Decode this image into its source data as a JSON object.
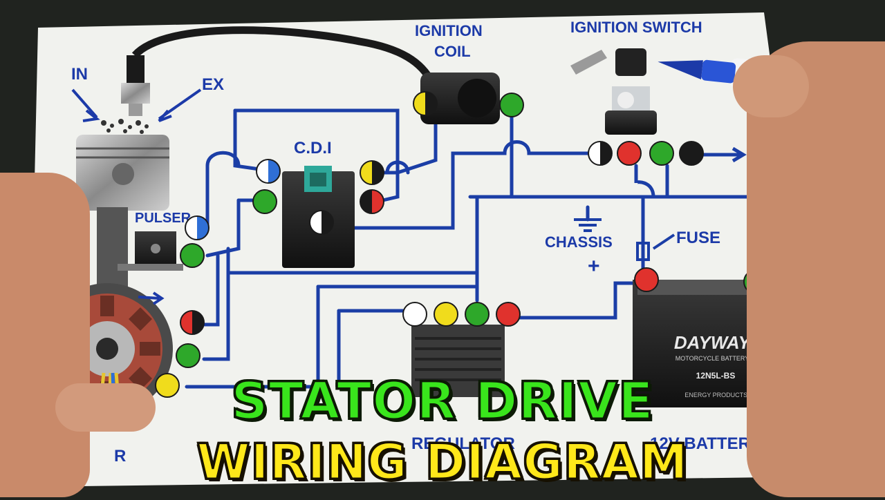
{
  "labels": {
    "intake": "IN",
    "exhaust": "EX",
    "ignition_coil_line1": "IGNITION",
    "ignition_coil_line2": "COIL",
    "ignition_switch": "IGNITION SWITCH",
    "cdi": "C.D.I",
    "pulser": "PULSER",
    "chassis": "CHASSIS",
    "fuse": "FUSE",
    "plus": "+",
    "regulator": "REGULATOR",
    "battery": "12V BATTERY",
    "stator_partial": "R",
    "battery_brand": "DAYWAY",
    "battery_sub": "MOTORCYCLE BATTERY",
    "battery_model": "12N5L-BS",
    "battery_maker": "ENERGY PRODUCTS CORP"
  },
  "headline": {
    "line1": "STATOR DRIVE",
    "line2": "WIRING DIAGRAM"
  },
  "colors": {
    "wire": "#1b3ea6",
    "ink": "#1c3aa8",
    "paper": "#f1f2ee",
    "green_text": "#39e51c",
    "yellow_text": "#ffe81a",
    "dot_green": "#2ea82a",
    "dot_red": "#e0322d",
    "dot_yellow": "#f0dc1c",
    "dot_blue": "#2f6fd6",
    "dot_black": "#1a1a1a",
    "dot_white": "#ffffff"
  },
  "connectors": [
    {
      "name": "coil-connector-yellow-black",
      "top": "yellow",
      "bottom": "black"
    },
    {
      "name": "coil-connector-green",
      "top": "green",
      "bottom": "green"
    },
    {
      "name": "cdi-connector-white-blue",
      "top": "white",
      "bottom": "blue"
    },
    {
      "name": "cdi-connector-green",
      "top": "green",
      "bottom": "green"
    },
    {
      "name": "cdi-connector-yellow-black",
      "top": "yellow",
      "bottom": "black"
    },
    {
      "name": "cdi-connector-red-black",
      "top": "black",
      "bottom": "red"
    },
    {
      "name": "cdi-connector-black-white",
      "top": "white",
      "bottom": "black"
    },
    {
      "name": "pulser-connector-white-blue",
      "top": "white",
      "bottom": "blue"
    },
    {
      "name": "pulser-connector-green",
      "top": "green",
      "bottom": "green"
    },
    {
      "name": "switch-connector-white-black",
      "top": "white",
      "bottom": "black"
    },
    {
      "name": "switch-connector-red",
      "top": "red",
      "bottom": "red"
    },
    {
      "name": "switch-connector-green",
      "top": "green",
      "bottom": "green"
    },
    {
      "name": "switch-connector-black",
      "top": "black",
      "bottom": "black"
    },
    {
      "name": "stator-connector-red-black",
      "top": "red",
      "bottom": "black"
    },
    {
      "name": "stator-connector-green",
      "top": "green",
      "bottom": "green"
    },
    {
      "name": "stator-connector-yellow",
      "top": "yellow",
      "bottom": "yellow"
    },
    {
      "name": "regulator-connector-white",
      "top": "white",
      "bottom": "white"
    },
    {
      "name": "regulator-connector-yellow",
      "top": "yellow",
      "bottom": "yellow"
    },
    {
      "name": "regulator-connector-green",
      "top": "green",
      "bottom": "green"
    },
    {
      "name": "regulator-connector-red",
      "top": "red",
      "bottom": "red"
    },
    {
      "name": "fuse-connector-red",
      "top": "red",
      "bottom": "red"
    },
    {
      "name": "battery-connector-green",
      "top": "green",
      "bottom": "green"
    }
  ]
}
